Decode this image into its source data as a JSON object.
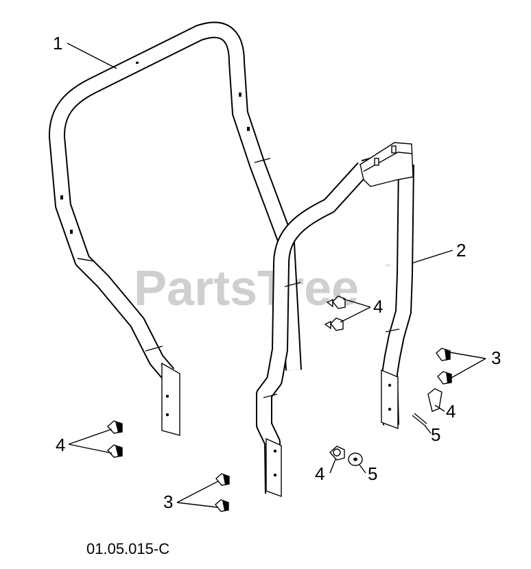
{
  "watermark": {
    "text": "PartsTree",
    "trademark": "™"
  },
  "callouts": {
    "frame_upper": "1",
    "frame_lower": "2",
    "bolts_right": "3",
    "bolts_bottom": "3",
    "pins_center": "4",
    "bolt_right": "4",
    "bolts_left": "4",
    "bolt_bottom": "4",
    "pin_right": "5",
    "washer_bottom": "5"
  },
  "diagram_ref": "01.05.015-C"
}
